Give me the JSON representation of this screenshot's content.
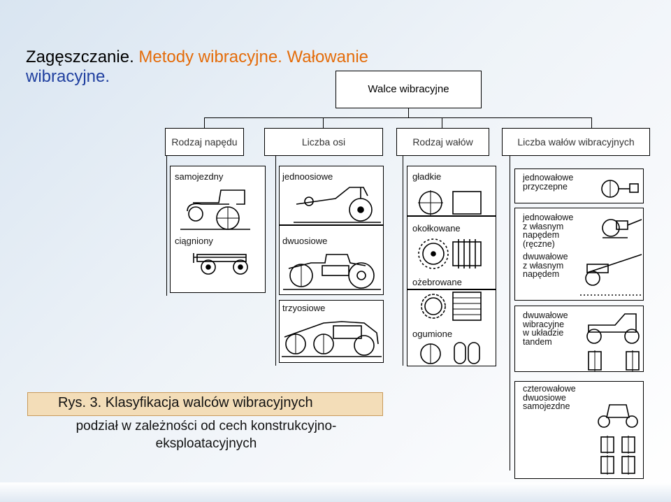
{
  "slide": {
    "title_part1": "Zagęszczanie.",
    "title_part2": "Metody wibracyjne.",
    "title_part3": "Wałowanie",
    "title_part5": "wibracyjne."
  },
  "root": {
    "label": "Walce wibracyjne"
  },
  "categories": [
    {
      "label": "Rodzaj napędu"
    },
    {
      "label": "Liczba osi"
    },
    {
      "label": "Rodzaj wałów"
    },
    {
      "label": "Liczba wałów wibracyjnych"
    }
  ],
  "drive": {
    "self_propelled": "samojezdny",
    "towed": "ciągniony"
  },
  "axles": {
    "single": "jednoosiowe",
    "double": "dwuosiowe",
    "triple": "trzyosiowe"
  },
  "rollers": {
    "smooth": "gładkie",
    "padfoot": "okołkowane",
    "ribbed": "ożebrowane",
    "tyred": "ogumione"
  },
  "vibro_count": {
    "single_towed": "jednowałowe przyczepne",
    "single_self_line1": "jednowałowe",
    "single_self_line2": "z własnym",
    "single_self_line3": "napędem",
    "single_self_line4": "(ręczne)",
    "double_self_line1": "dwuwałowe",
    "double_self_line2": "z własnym",
    "double_self_line3": "napędem",
    "tandem_line1": "dwuwałowe",
    "tandem_line2": "wibracyjne",
    "tandem_line3": "w układzie",
    "tandem_line4": "tandem",
    "four_line1": "czterowałowe",
    "four_line2": "dwuosiowe",
    "four_line3": "samojezdne"
  },
  "caption": {
    "title": "Rys. 3. Klasyfikacja walców wibracyjnych",
    "sub": "podział w zależności od cech konstrukcyjno-eksploatacyjnych"
  },
  "colors": {
    "title_black": "#000000",
    "title_orange": "#e46c0a",
    "title_blue": "#1f3f9f",
    "caption_fill": "#f3ddb8"
  }
}
